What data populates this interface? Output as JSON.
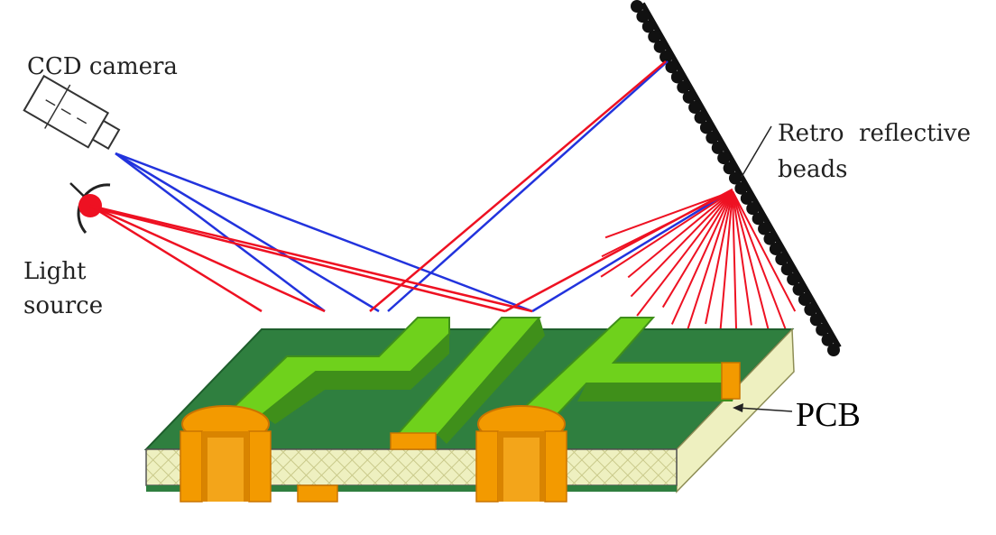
{
  "labels": {
    "camera": "CCD camera",
    "light_line1": "Light",
    "light_line2": "source",
    "retro_line1": "Retro  reflective",
    "retro_line2": "beads",
    "pcb": "PCB"
  },
  "colors": {
    "beam_blue": "#2233dd",
    "beam_red": "#ee1122",
    "bead": "#111111",
    "board_green": "#2f7f3f",
    "board_dark": "#1e5e2c",
    "trace_green": "#6fd11c",
    "trace_shadow": "#3f8f1a",
    "pad_orange": "#f39a00",
    "pad_dark": "#c97400",
    "substrate": "#eef0c0",
    "substrate_hatch": "#c9c98a"
  }
}
